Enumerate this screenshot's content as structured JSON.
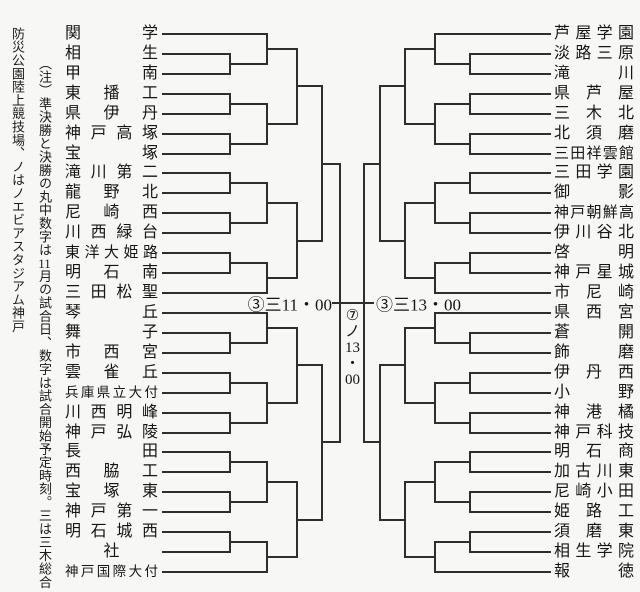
{
  "notes": {
    "column1_segments": [
      {
        "text": "（注）準決勝と決勝の丸中数字は"
      },
      {
        "text": "11",
        "combine": true
      },
      {
        "text": "月の試合日、数字は試合開始予定時刻。三は三木総合"
      }
    ],
    "column2_segments": [
      {
        "text": "防災公園陸上競技場、ノはノエビアスタジアム神戸"
      }
    ]
  },
  "bracket": {
    "left": {
      "teams": [
        "関学",
        "相生",
        "甲南",
        "東播工",
        "県伊丹",
        "神戸高塚",
        "宝塚",
        "滝川第二",
        "龍野北",
        "尼崎西",
        "川西緑台",
        "東洋大姫路",
        "明石南",
        "三田松聖",
        "琴丘",
        "舞子",
        "市西宮",
        "雲雀丘",
        "兵庫県立大付",
        "川西明峰",
        "神戸弘陵",
        "長田",
        "西脇工",
        "宝塚東",
        "神戸第一",
        "明石城西",
        "社",
        "神戸国際大付"
      ],
      "group_patterns": [
        "bye_top",
        "bye_bottom",
        "bye_top",
        "bye_bottom"
      ]
    },
    "right": {
      "teams": [
        "芦屋学園",
        "淡路三原",
        "滝川",
        "県芦屋",
        "三木北",
        "北須磨",
        "三田祥雲館",
        "三田学園",
        "御影",
        "神戸朝鮮高",
        "伊川谷北",
        "啓明",
        "神戸星城",
        "市尼崎",
        "県西宮",
        "蒼開",
        "飾磨",
        "伊丹西",
        "小野",
        "神港橘",
        "神戸科技",
        "明石商",
        "加古川東",
        "尼崎小田",
        "姫路工",
        "須磨東",
        "相生学院",
        "報徳"
      ],
      "group_patterns": [
        "bye_top",
        "bye_bottom",
        "bye_top",
        "bye_bottom"
      ]
    },
    "semifinal_left_label": "③三11・00",
    "semifinal_right_label": "③三13・00",
    "final_label_stack": [
      "⑦",
      "ノ",
      "13",
      "・",
      "00"
    ]
  },
  "colors": {
    "line": "#2e2e2e",
    "text": "#151515",
    "background": "#f7f7f5"
  }
}
